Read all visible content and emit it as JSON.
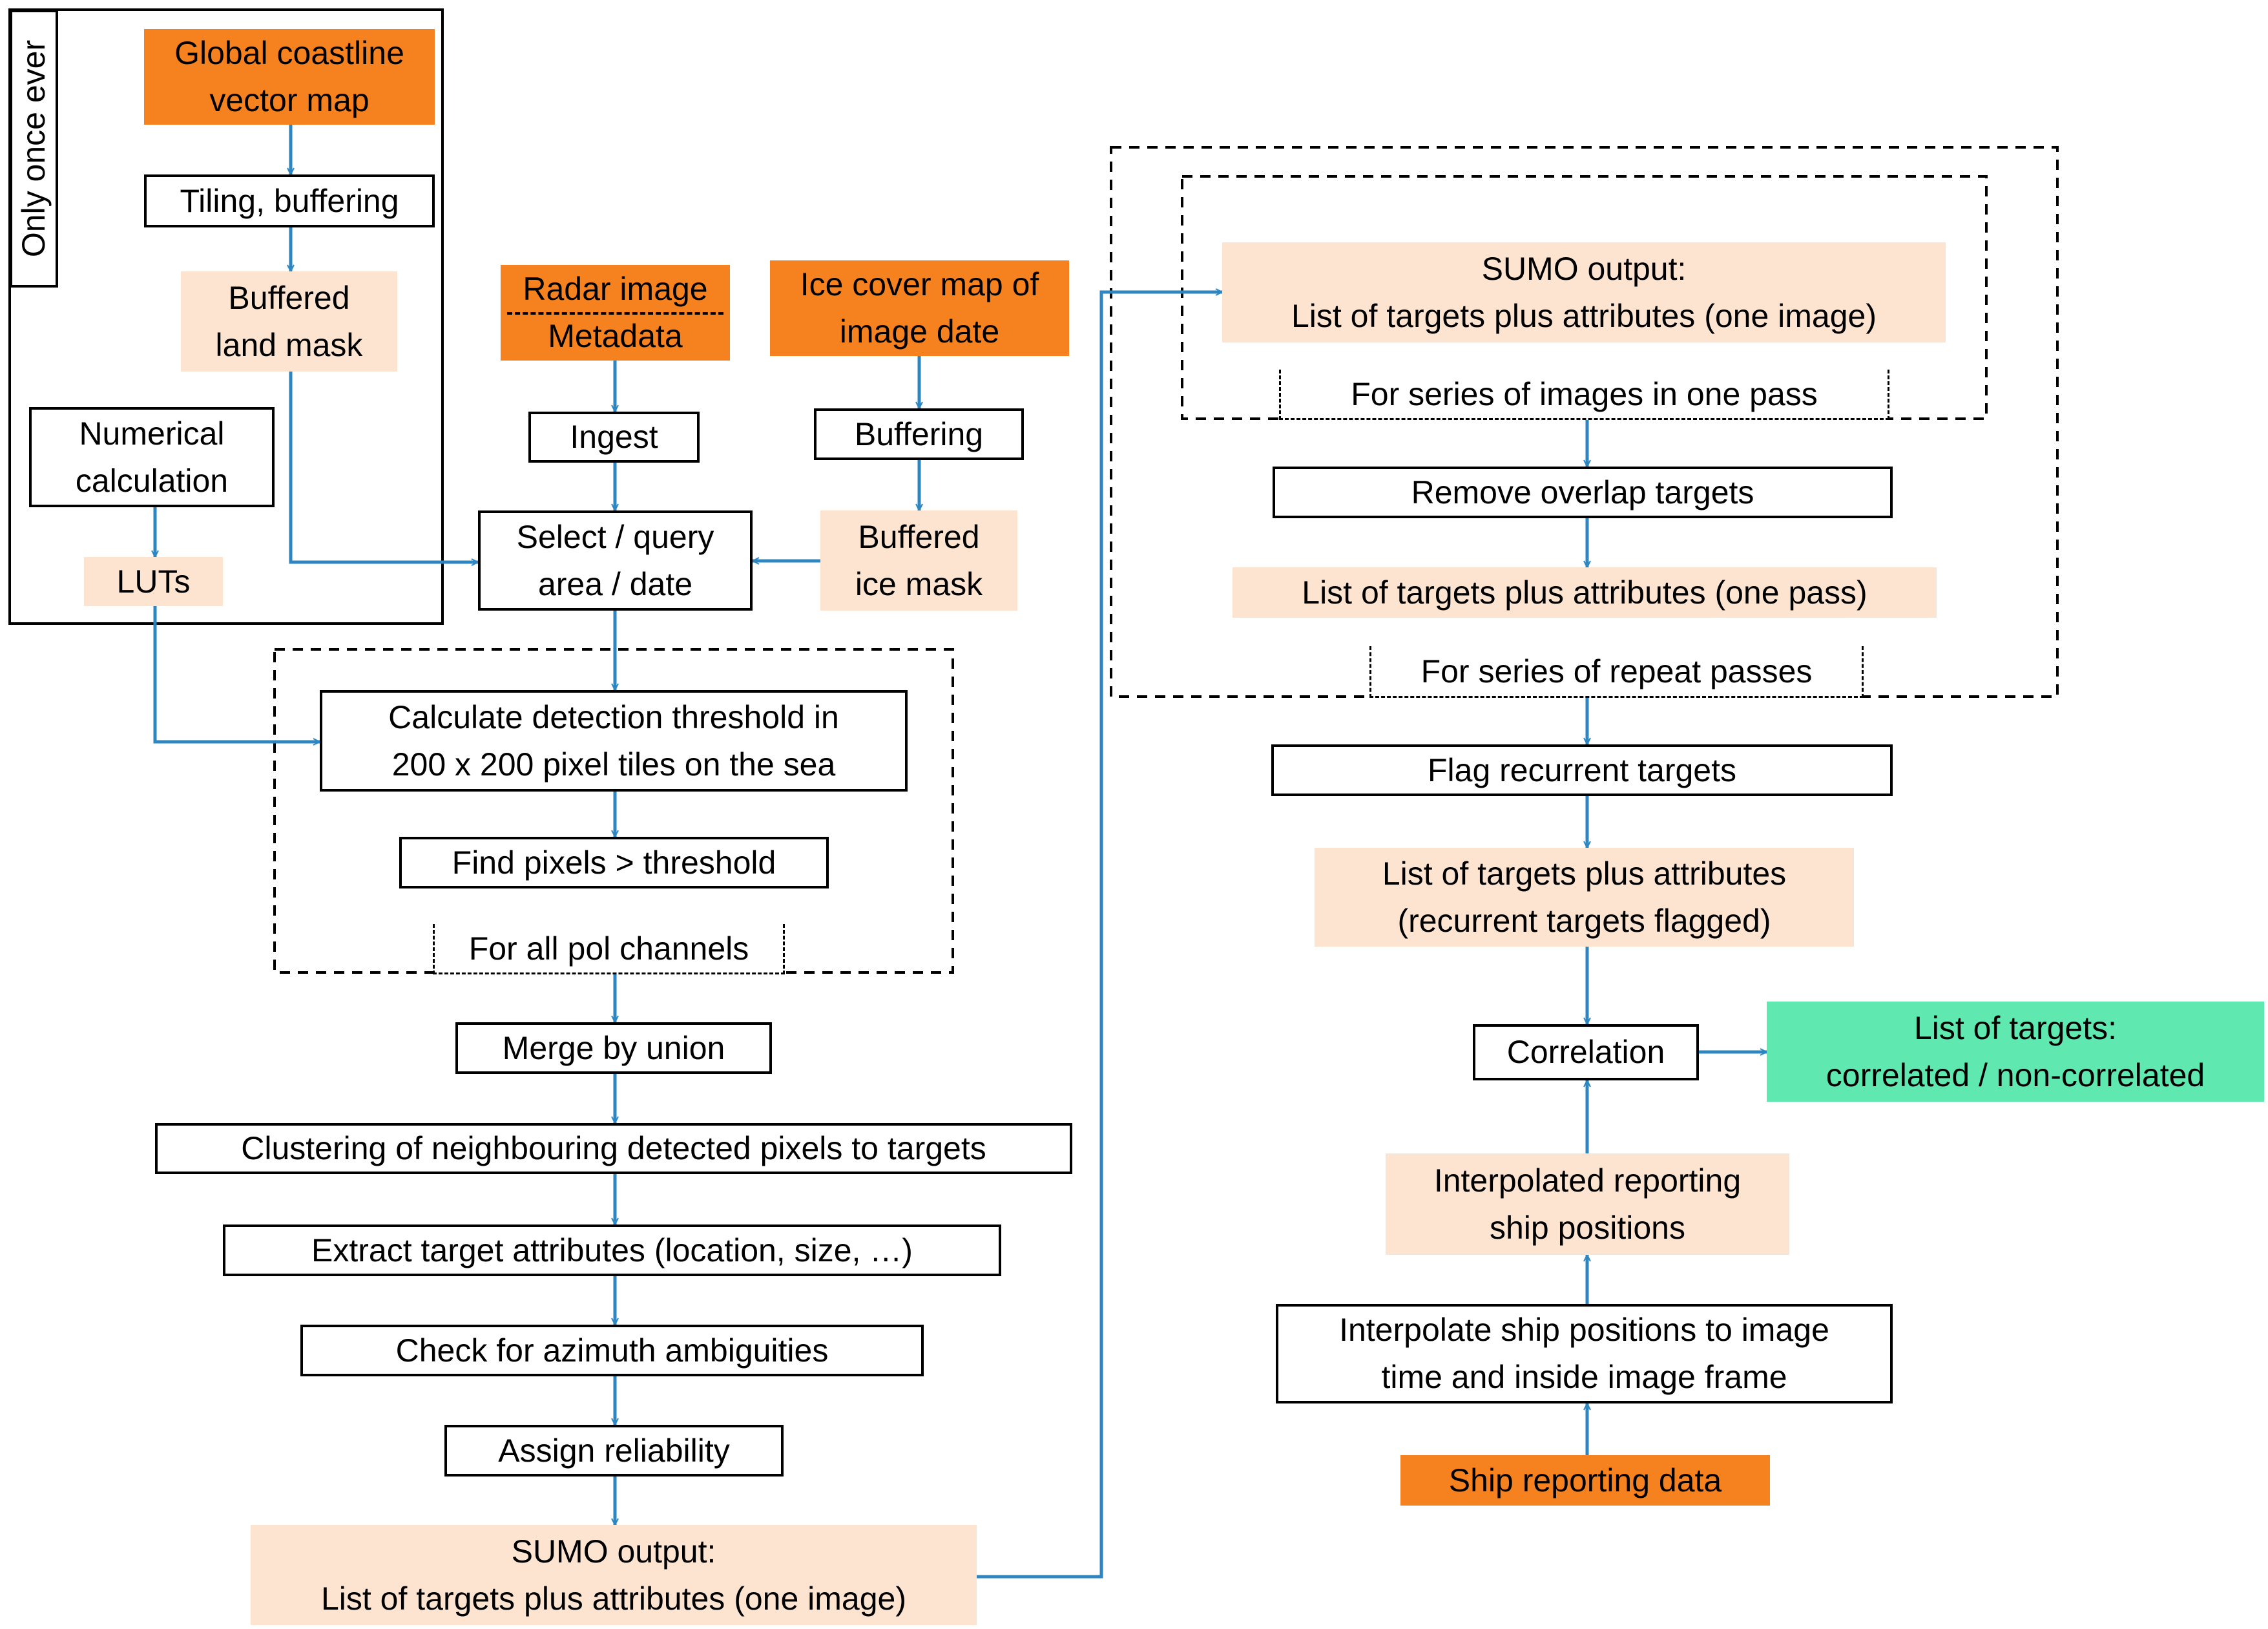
{
  "group_labels": {
    "once": "Only once ever",
    "pol_channels": "For all pol channels",
    "series_one_pass": "For series of images in one pass",
    "repeat_passes": "For series of repeat passes"
  },
  "nodes": {
    "coastline": [
      "Global coastline",
      "vector map"
    ],
    "tiling": [
      "Tiling, buffering"
    ],
    "land_mask": [
      "Buffered",
      "land mask"
    ],
    "numerical": [
      "Numerical",
      "calculation"
    ],
    "luts": [
      "LUTs"
    ],
    "radar": [
      "Radar image",
      "Metadata"
    ],
    "ice_map": [
      "Ice cover map of",
      "image date"
    ],
    "ingest": [
      "Ingest"
    ],
    "buffering": [
      "Buffering"
    ],
    "select": [
      "Select / query",
      "area / date"
    ],
    "ice_mask": [
      "Buffered",
      "ice mask"
    ],
    "threshold": [
      "Calculate detection threshold in",
      "200 x 200 pixel tiles on the sea"
    ],
    "find_pixels": [
      "Find pixels > threshold"
    ],
    "merge": [
      "Merge by union"
    ],
    "clustering": [
      "Clustering of neighbouring detected pixels to targets"
    ],
    "extract": [
      "Extract target attributes (location, size, …)"
    ],
    "azimuth": [
      "Check for azimuth ambiguities"
    ],
    "reliability": [
      "Assign reliability"
    ],
    "sumo_out_left": [
      "SUMO output:",
      "List of targets plus attributes (one image)"
    ],
    "sumo_out_right": [
      "SUMO output:",
      "List of targets plus attributes (one image)"
    ],
    "remove_overlap": [
      "Remove overlap targets"
    ],
    "list_one_pass": [
      "List of targets plus attributes (one pass)"
    ],
    "flag_recurrent": [
      "Flag recurrent targets"
    ],
    "list_recurrent": [
      "List of targets plus attributes",
      "(recurrent targets flagged)"
    ],
    "correlation": [
      "Correlation"
    ],
    "list_correlated": [
      "List of targets:",
      "correlated / non-correlated"
    ],
    "interp_positions": [
      "Interpolated reporting",
      "ship positions"
    ],
    "interpolate": [
      "Interpolate ship positions  to image",
      "time and inside image frame"
    ],
    "ship_reporting": [
      "Ship reporting data"
    ]
  },
  "colors": {
    "arrow": "#2e86c1",
    "input_orange": "#f5821f",
    "data_peach": "#fce4d0",
    "result_green": "#5fe8b0",
    "border": "#000000"
  }
}
